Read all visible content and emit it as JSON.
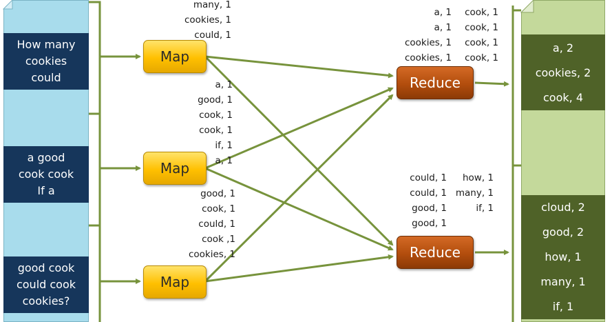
{
  "inputs": [
    "How many\ncookies\ncould",
    "a good\ncook cook\nIf a",
    "good cook\ncould cook\ncookies?"
  ],
  "map_label": "Map",
  "reduce_label": "Reduce",
  "map1_out": [
    "many, 1",
    "cookies, 1",
    "could, 1"
  ],
  "map2_out": [
    "a, 1",
    "good, 1",
    "cook, 1",
    "cook, 1",
    "if, 1",
    "a, 1"
  ],
  "map3_out": [
    "good, 1",
    "cook, 1",
    "could, 1",
    "cook ,1",
    "cookies, 1"
  ],
  "reduce1_in_left": [
    "a, 1",
    "a, 1",
    "cookies, 1",
    "cookies, 1"
  ],
  "reduce1_in_right": [
    "cook, 1",
    "cook, 1",
    "cook, 1",
    "cook, 1"
  ],
  "reduce2_in_left": [
    "could, 1",
    "could, 1",
    "good, 1",
    "good, 1"
  ],
  "reduce2_in_right": [
    "how, 1",
    "many, 1",
    "if, 1"
  ],
  "output1": [
    "a, 2",
    "cookies, 2",
    "cook, 4"
  ],
  "output2": [
    "cloud, 2",
    "good, 2",
    "how, 1",
    "many, 1",
    "if, 1"
  ],
  "colors": {
    "arrow": "#77933c",
    "input_box": "#16365b",
    "output_box": "#4f6228"
  }
}
